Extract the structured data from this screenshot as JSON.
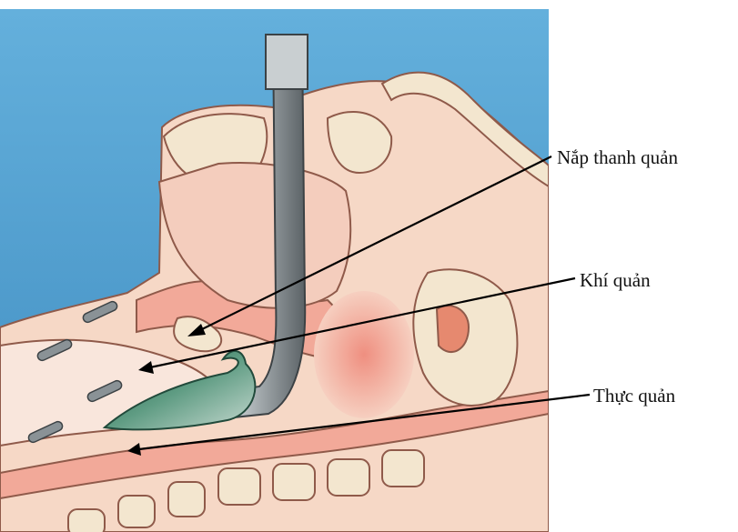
{
  "labels": {
    "epiglottis": "Nắp thanh quản",
    "trachea": "Khí quản",
    "esophagus": "Thực quản"
  },
  "colors": {
    "sky": "#5fa9d6",
    "skin": "#f6d8c6",
    "soft_tissue": "#f2a999",
    "bone": "#f3e6cf",
    "tube": "#9aa3a6",
    "cuff": "#3d7a62",
    "arrow": "#000000"
  }
}
